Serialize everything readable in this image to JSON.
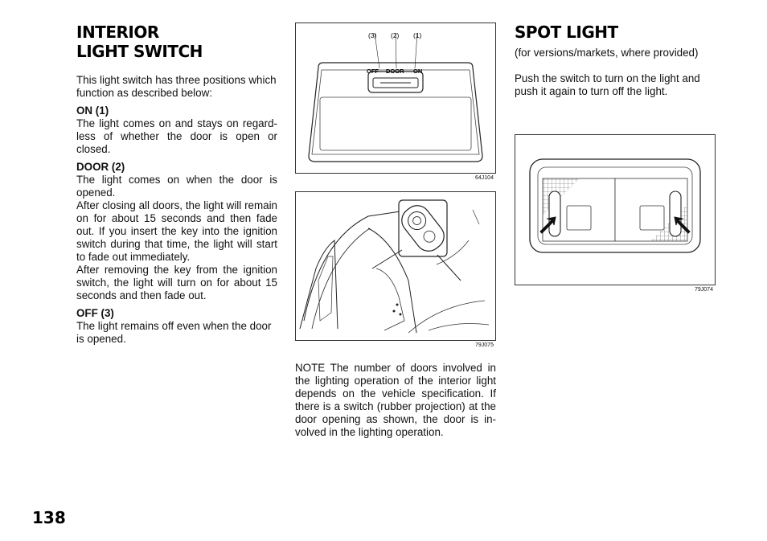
{
  "left": {
    "title_line1": "INTERIOR",
    "title_line2": "LIGHT SWITCH",
    "intro": "This light switch has three positions which function as described below:",
    "on_heading": "ON (1)",
    "on_text": "The light comes on and stays on regard-less of whether the door is open or closed.",
    "door_heading": "DOOR (2)",
    "door_text1": "The light comes on when the door is opened.",
    "door_text2": "After closing all doors, the light will remain on for about 15 seconds and then fade out. If you insert the key into the ignition switch during that time, the light will start to fade out immediately.",
    "door_text3": "After removing the key from the ignition switch, the light will turn on for about 15 seconds and then fade out.",
    "off_heading": "OFF (3)",
    "off_text": "The light remains off even when the door is opened."
  },
  "middle": {
    "fig1": {
      "code": "64J104",
      "callouts": [
        "(3)",
        "(2)",
        "(1)"
      ],
      "switch_labels": [
        "OFF",
        "DOOR",
        "ON"
      ]
    },
    "fig2": {
      "code": "79J075"
    },
    "note": "NOTE The number of doors involved in the lighting operation of the interior light depends on the vehicle specification. If there is a switch (rubber projection) at the door opening as shown, the door is in-volved in the lighting operation."
  },
  "right": {
    "title": "SPOT LIGHT",
    "subtitle": "(for versions/markets, where provided)",
    "text": "Push the switch to turn on the light and push it again to turn off the light.",
    "fig3": {
      "code": "79J074"
    }
  },
  "page_number": "138"
}
